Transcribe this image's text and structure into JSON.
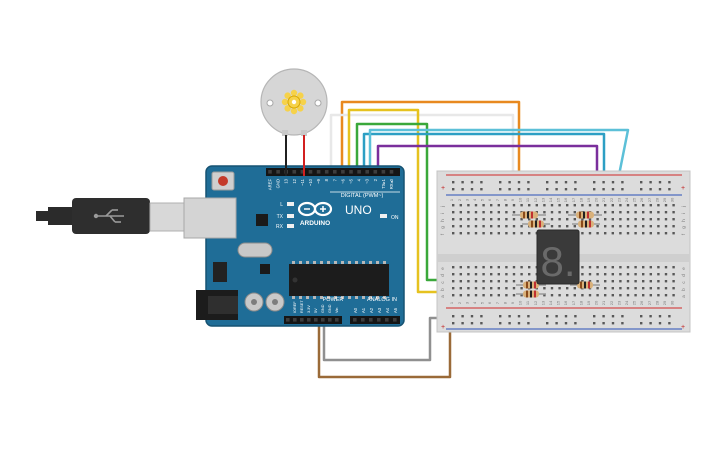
{
  "arduino": {
    "brand_text": "ARDUINO",
    "model_text": "UNO",
    "digital_header_label": "DIGITAL (PWM~)",
    "power_label": "POWER",
    "analog_label": "ANALOG IN",
    "on_label": "ON",
    "l_label": "L",
    "tx_label": "TX",
    "rx_label": "RX",
    "digital_pins": [
      "AREF",
      "GND",
      "13",
      "12",
      "~11",
      "~10",
      "~9",
      "8",
      "7",
      "~6",
      "~5",
      "4",
      "~3",
      "2",
      "TX▸1",
      "RX◂0"
    ],
    "power_pins": [
      "IOREF",
      "RESET",
      "3.3V",
      "5V",
      "GND",
      "GND",
      "Vin"
    ],
    "analog_pins": [
      "A0",
      "A1",
      "A2",
      "A3",
      "A4",
      "A5"
    ]
  },
  "breadboard": {
    "column_numbers": [
      "1",
      "2",
      "3",
      "4",
      "5",
      "6",
      "7",
      "8",
      "9",
      "10",
      "11",
      "12",
      "13",
      "14",
      "15",
      "16",
      "17",
      "18",
      "19",
      "20",
      "21",
      "22",
      "23",
      "24",
      "25",
      "26",
      "27",
      "28",
      "29",
      "30"
    ],
    "row_letters_top": [
      "j",
      "i",
      "h",
      "g",
      "f"
    ],
    "row_letters_bottom": [
      "e",
      "d",
      "c",
      "b",
      "a"
    ],
    "rail_plus": "+",
    "rail_minus": "−"
  },
  "display": {
    "digit_text": "8."
  },
  "colors": {
    "board": "#1f6d97",
    "wire_orange": "#e8891f",
    "wire_yellow": "#e6c21f",
    "wire_green": "#3aa83a",
    "wire_teal": "#2d9fc4",
    "wire_cyan": "#5cc0d8",
    "wire_purple": "#7a2f9c",
    "wire_gray": "#909090",
    "wire_brown": "#9a6a38",
    "wire_red": "#d22020",
    "wire_black": "#202020",
    "wire_white": "#f4f4f4"
  },
  "icons": [
    "usb-cable-icon",
    "dc-motor-icon",
    "seven-segment-display-icon",
    "resistor-icon"
  ]
}
